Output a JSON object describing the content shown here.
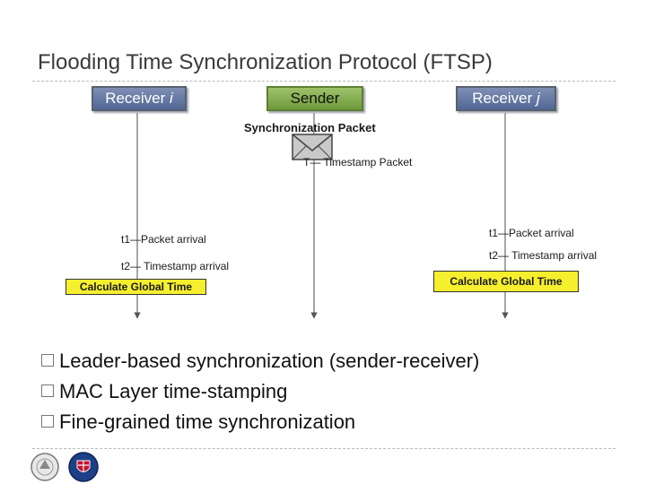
{
  "title": "Flooding Time Synchronization Protocol (FTSP)",
  "nodes": {
    "receiver_i": {
      "prefix": "Receiver ",
      "var": "i"
    },
    "sender": {
      "label": "Sender"
    },
    "receiver_j": {
      "prefix": "Receiver ",
      "var": "j"
    }
  },
  "sync_packet_label": "Synchronization Packet",
  "timestamp_label": "T— Timestamp Packet",
  "left_events": {
    "t1": "t1—Packet arrival",
    "t2": "t2— Timestamp arrival",
    "calc": "Calculate Global Time"
  },
  "right_events": {
    "t1": "t1—Packet arrival",
    "t2": "t2— Timestamp arrival",
    "calc": "Calculate Global Time"
  },
  "bullets": [
    "Leader-based synchronization (sender-receiver)",
    "MAC Layer time-stamping",
    "Fine-grained time synchronization"
  ],
  "icons": [
    "envelope-icon",
    "seal-logo",
    "university-logo"
  ],
  "colors": {
    "receiver": "#506796",
    "sender": "#7ba84a",
    "calc_box": "#f6ef2e"
  }
}
